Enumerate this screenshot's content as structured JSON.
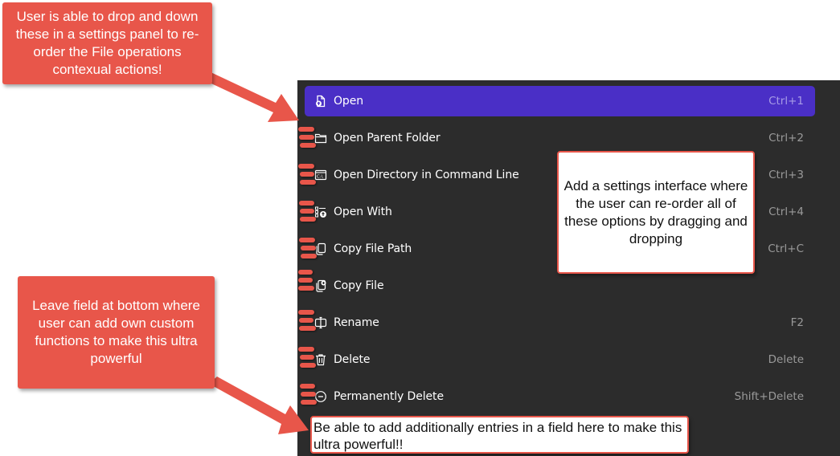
{
  "menu": {
    "items": [
      {
        "label": "Open",
        "shortcut": "Ctrl+1",
        "icon": "open-file-icon",
        "active": true
      },
      {
        "label": "Open Parent Folder",
        "shortcut": "Ctrl+2",
        "icon": "folder-icon"
      },
      {
        "label": "Open Directory in Command Line",
        "shortcut": "Ctrl+3",
        "icon": "terminal-icon"
      },
      {
        "label": "Open With",
        "shortcut": "Ctrl+4",
        "icon": "open-with-icon"
      },
      {
        "label": "Copy File Path",
        "shortcut": "Ctrl+C",
        "icon": "copy-icon"
      },
      {
        "label": "Copy File",
        "shortcut": "",
        "icon": "copy-file-icon"
      },
      {
        "label": "Rename",
        "shortcut": "F2",
        "icon": "rename-icon"
      },
      {
        "label": "Delete",
        "shortcut": "Delete",
        "icon": "trash-icon"
      },
      {
        "label": "Permanently Delete",
        "shortcut": "Shift+Delete",
        "icon": "minus-circle-icon"
      }
    ],
    "accent_color": "#4a2fc6",
    "background_color": "#2c2c2c"
  },
  "annotations": {
    "reorder_callout": "User is able to drop and down these in a settings panel to re-order the File operations contexual actions!",
    "custom_callout": "Leave field at bottom where user can add own custom functions to make this ultra powerful",
    "settings_note": "Add a settings interface where the user can re-order all of these options by dragging and dropping",
    "field_note": "Be able to add additionally entries in a field here to make this ultra powerful!!",
    "annotation_color": "#e8564a"
  }
}
